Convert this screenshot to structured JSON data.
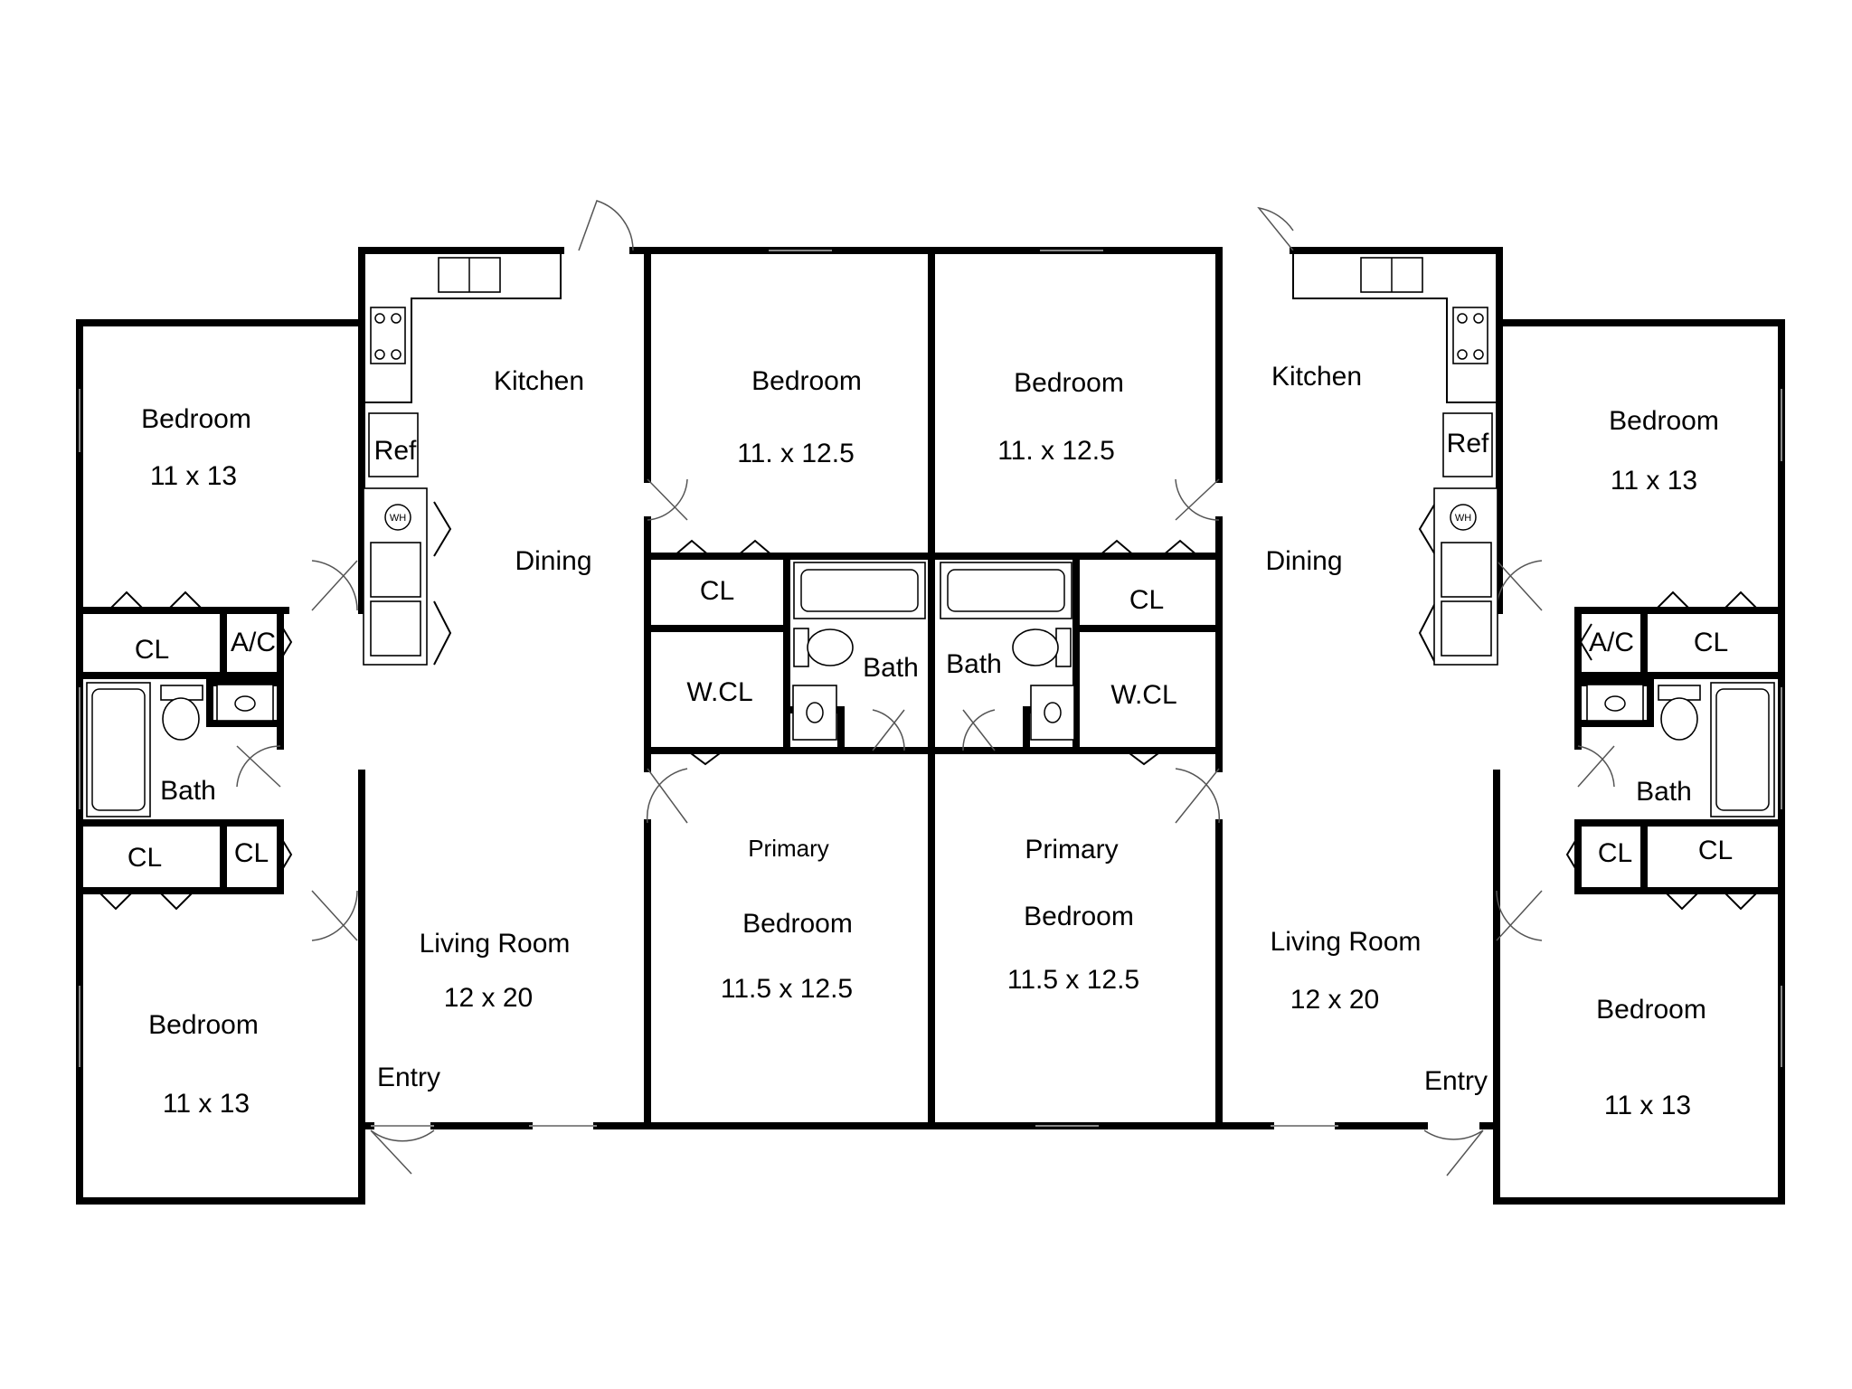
{
  "plan": {
    "unit_left": {
      "kitchen": "Kitchen",
      "dining": "Dining",
      "ref": "Ref",
      "water_heater": "WH",
      "bedroom_top": "Bedroom",
      "bedroom_top_size": "11 x 13",
      "closet_a": "CL",
      "ac": "A/C",
      "bath_side": "Bath",
      "closet_b": "CL",
      "closet_c": "CL",
      "bedroom_bottom": "Bedroom",
      "bedroom_bottom_size": "11 x 13",
      "living_room": "Living Room",
      "living_room_size": "12 x 20",
      "entry": "Entry",
      "bedroom_center": "Bedroom",
      "bedroom_center_size": "11. x 12.5",
      "closet_center": "CL",
      "walk_in_closet": "W.CL",
      "bath_center": "Bath",
      "primary_1": "Primary",
      "primary_2": "Bedroom",
      "primary_size": "11.5 x 12.5"
    },
    "unit_right": {
      "kitchen": "Kitchen",
      "dining": "Dining",
      "ref": "Ref",
      "water_heater": "WH",
      "bedroom_top": "Bedroom",
      "bedroom_top_size": "11 x 13",
      "closet_a": "CL",
      "ac": "A/C",
      "bath_side": "Bath",
      "closet_b": "CL",
      "closet_c": "CL",
      "bedroom_bottom": "Bedroom",
      "bedroom_bottom_size": "11 x 13",
      "living_room": "Living Room",
      "living_room_size": "12 x 20",
      "entry": "Entry",
      "bedroom_center": "Bedroom",
      "bedroom_center_size": "11. x 12.5",
      "closet_center": "CL",
      "walk_in_closet": "W.CL",
      "bath_center": "Bath",
      "primary_1": "Primary",
      "primary_2": "Bedroom",
      "primary_size": "11.5 x 12.5"
    }
  }
}
